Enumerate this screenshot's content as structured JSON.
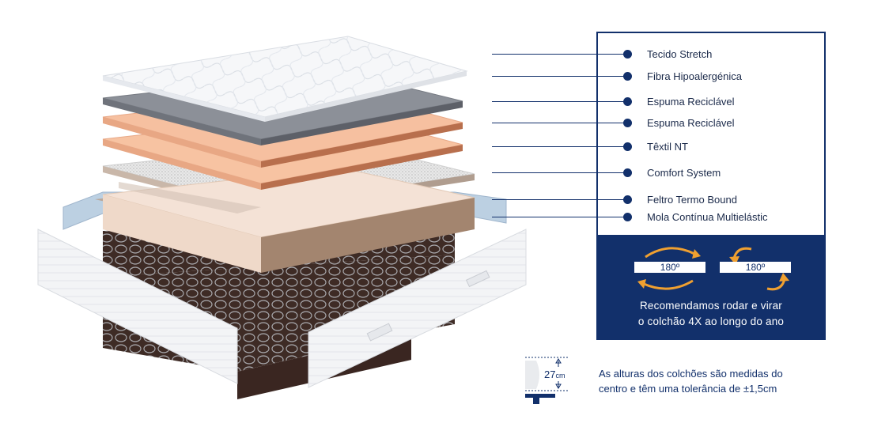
{
  "layers": [
    {
      "label": "Tecido Stretch"
    },
    {
      "label": "Fibra Hipoalergénica"
    },
    {
      "label": "Espuma Reciclável"
    },
    {
      "label": "Espuma Reciclável"
    },
    {
      "label": "Têxtil NT"
    },
    {
      "label": "Comfort System"
    },
    {
      "label": "Feltro Termo Bound"
    },
    {
      "label": "Mola Contínua Multielástic"
    }
  ],
  "rotation": {
    "left_degrees": "180º",
    "right_degrees": "180º",
    "recommendation_line1": "Recomendamos rodar e virar",
    "recommendation_line2": "o colchão 4X ao longo do ano"
  },
  "height": {
    "value": "27",
    "unit": "cm",
    "note_line1": "As alturas dos colchões são medidas do",
    "note_line2": "centro e têm uma tolerância de ±1,5cm"
  },
  "colors": {
    "navy": "#12306b",
    "accent_orange": "#f0a030",
    "foam": "#f6c4a4",
    "grey_fiber": "#8a8d94",
    "coil_base": "#3d2a24"
  },
  "icons": [
    "rotate-arrows-icon",
    "flip-arrows-icon",
    "mattress-height-icon"
  ]
}
